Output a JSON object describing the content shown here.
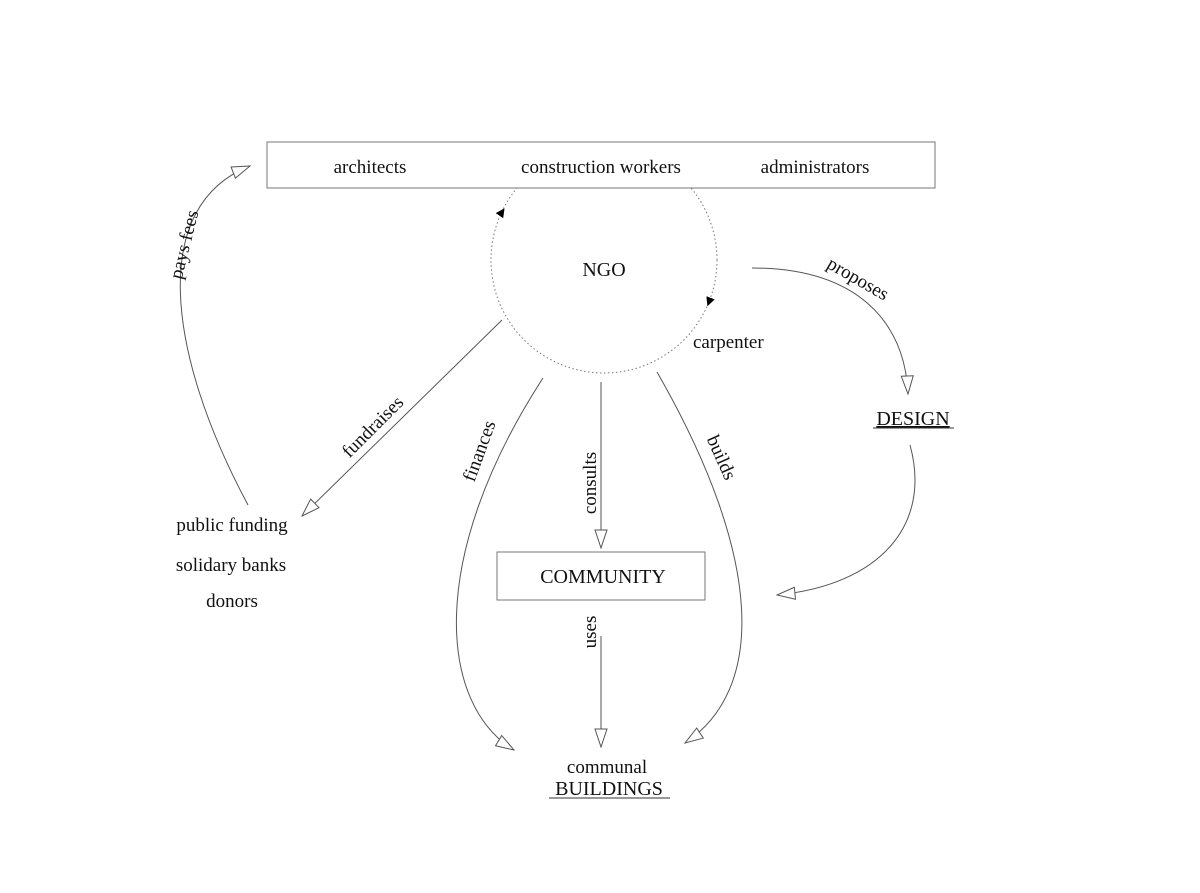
{
  "top_box": {
    "items": [
      "architects",
      "construction workers",
      "administrators"
    ]
  },
  "ngo": {
    "label": "NGO",
    "carpenter": "carpenter"
  },
  "funding": {
    "items": [
      "public funding",
      "solidary banks",
      "donors"
    ]
  },
  "community": {
    "label": "COMMUNITY"
  },
  "design": {
    "label": "DESIGN"
  },
  "buildings": {
    "line1": "communal",
    "line2": "BUILDINGS"
  },
  "edges": {
    "pays_fees": "pays fees",
    "fundraises": "fundraises",
    "finances": "finances",
    "consults": "consults",
    "builds": "builds",
    "uses": "uses",
    "proposes": "proposes"
  }
}
